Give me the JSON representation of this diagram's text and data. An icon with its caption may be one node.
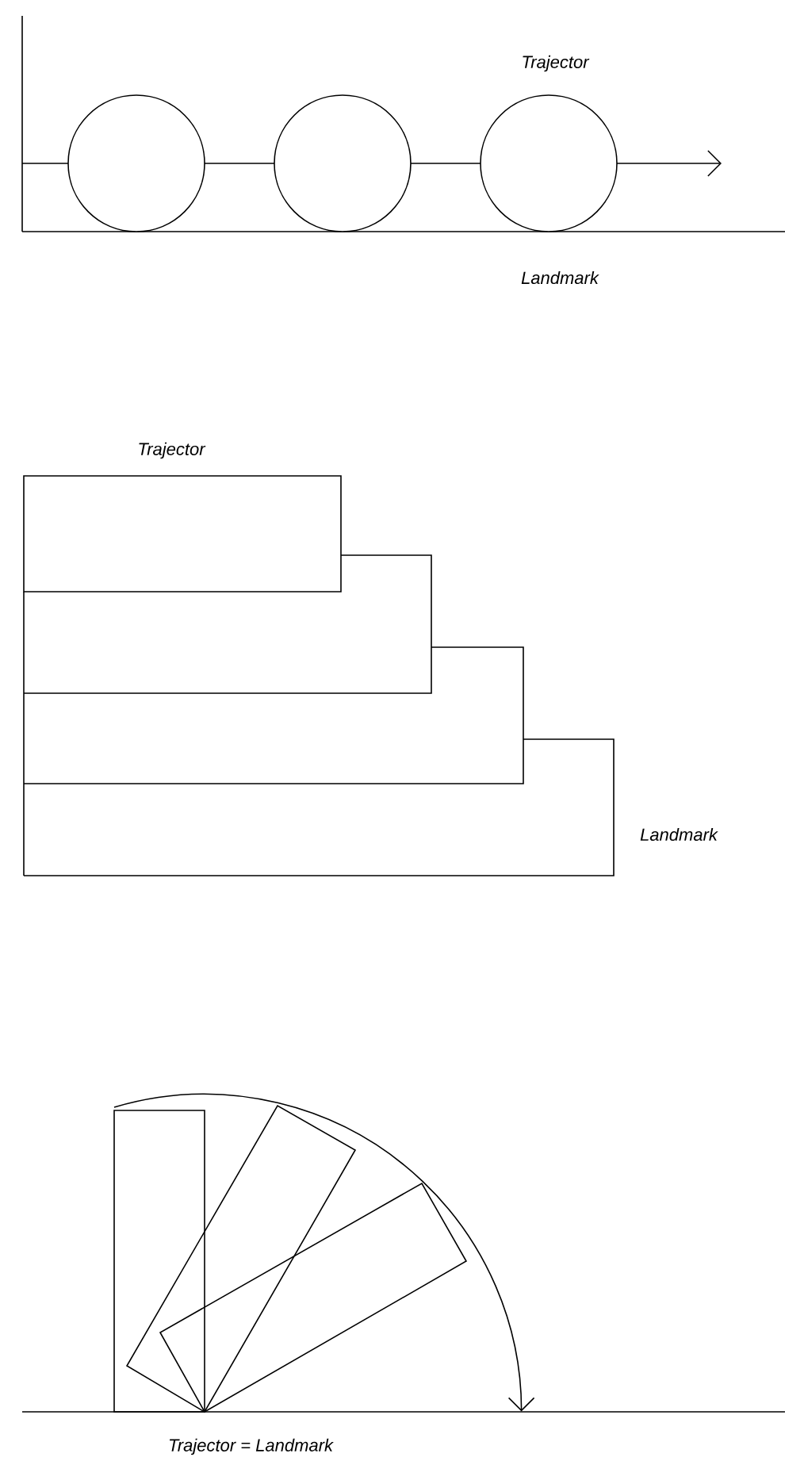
{
  "diagram": {
    "labels": [
      "Trajector",
      "Landmark",
      "Trajector",
      "Landmark",
      "Trajector = Landmark"
    ]
  }
}
